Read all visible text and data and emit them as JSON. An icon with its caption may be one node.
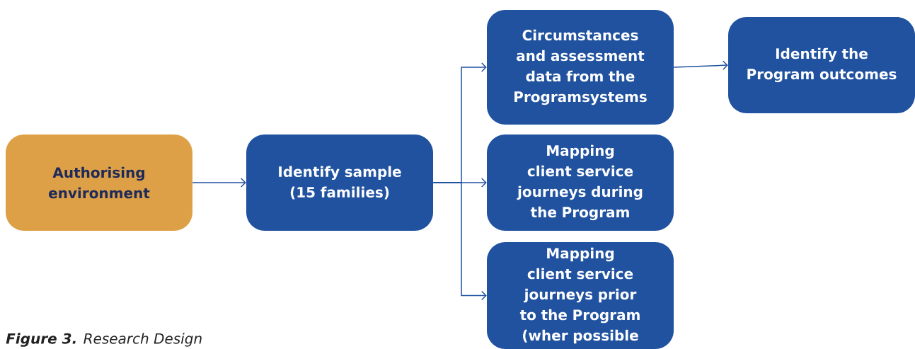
{
  "diagram": {
    "caption": "**Figure 3.** Research Design",
    "nodes": [
      {
        "text": [
          "Authorising environment"
        ]
      },
      {
        "text": [
          "Identify sample (15 families)"
        ]
      },
      {
        "text": [
          "Circumstances and assessment data from the Programsystems"
        ]
      },
      {
        "text": [
          "Identify the Program outcomes"
        ]
      },
      {
        "text": [
          "Mapping client service journeys during the Program"
        ]
      },
      {
        "text": [
          "Mapping client service journeys prior to the Program (wher possible"
        ]
      }
    ],
    "edges": [
      {
        "from": 0,
        "to": 1,
        "arrow": "to"
      },
      {
        "from": 1,
        "to": 2,
        "arrow": "to"
      },
      {
        "from": 1,
        "to": 4,
        "arrow": "to"
      },
      {
        "from": 1,
        "to": 5,
        "arrow": "to"
      },
      {
        "from": 2,
        "to": 3,
        "arrow": "to"
      }
    ]
  }
}
